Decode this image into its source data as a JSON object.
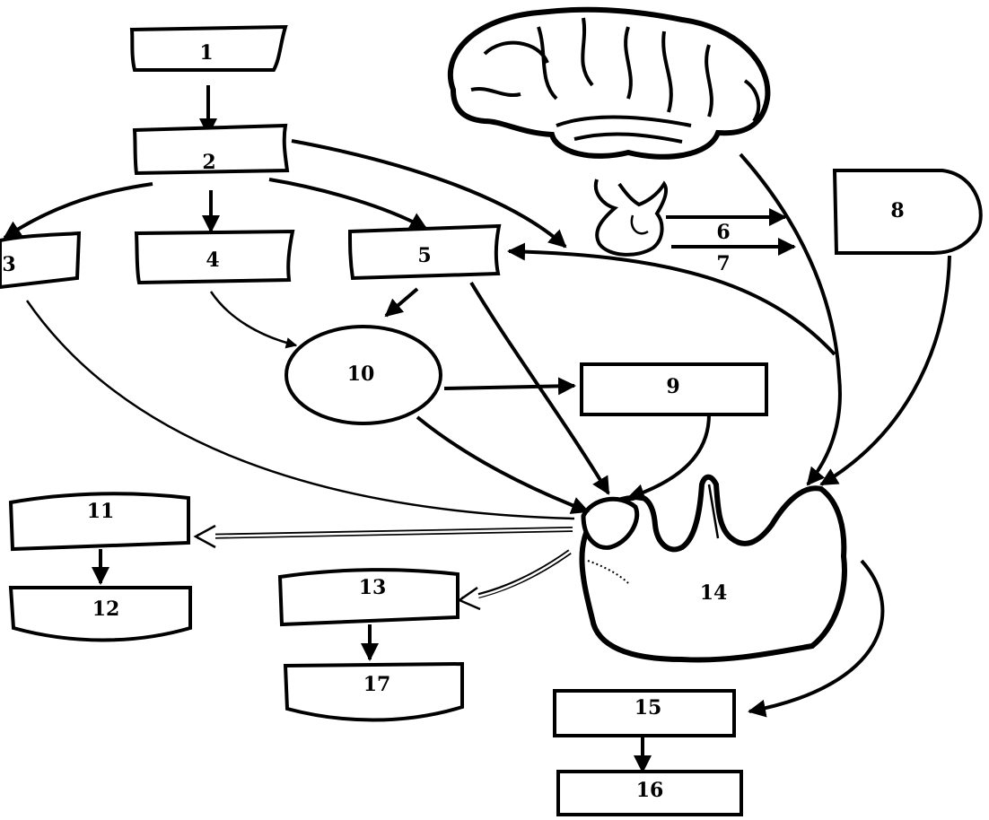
{
  "nodes": [
    {
      "id": "n1",
      "label": "1"
    },
    {
      "id": "n2",
      "label": "2"
    },
    {
      "id": "n3",
      "label": "3"
    },
    {
      "id": "n4",
      "label": "4"
    },
    {
      "id": "n5",
      "label": "5"
    },
    {
      "id": "n6",
      "label": "6"
    },
    {
      "id": "n7",
      "label": "7"
    },
    {
      "id": "n8",
      "label": "8"
    },
    {
      "id": "n9",
      "label": "9"
    },
    {
      "id": "n10",
      "label": "10"
    },
    {
      "id": "n11",
      "label": "11"
    },
    {
      "id": "n12",
      "label": "12"
    },
    {
      "id": "n13",
      "label": "13"
    },
    {
      "id": "n14",
      "label": "14"
    },
    {
      "id": "n15",
      "label": "15"
    },
    {
      "id": "n16",
      "label": "16"
    },
    {
      "id": "n17",
      "label": "17"
    }
  ],
  "pictures": {
    "brain": "brain-drawing",
    "pituitary": "pituitary-drawing",
    "gland": "gland-drawing"
  }
}
